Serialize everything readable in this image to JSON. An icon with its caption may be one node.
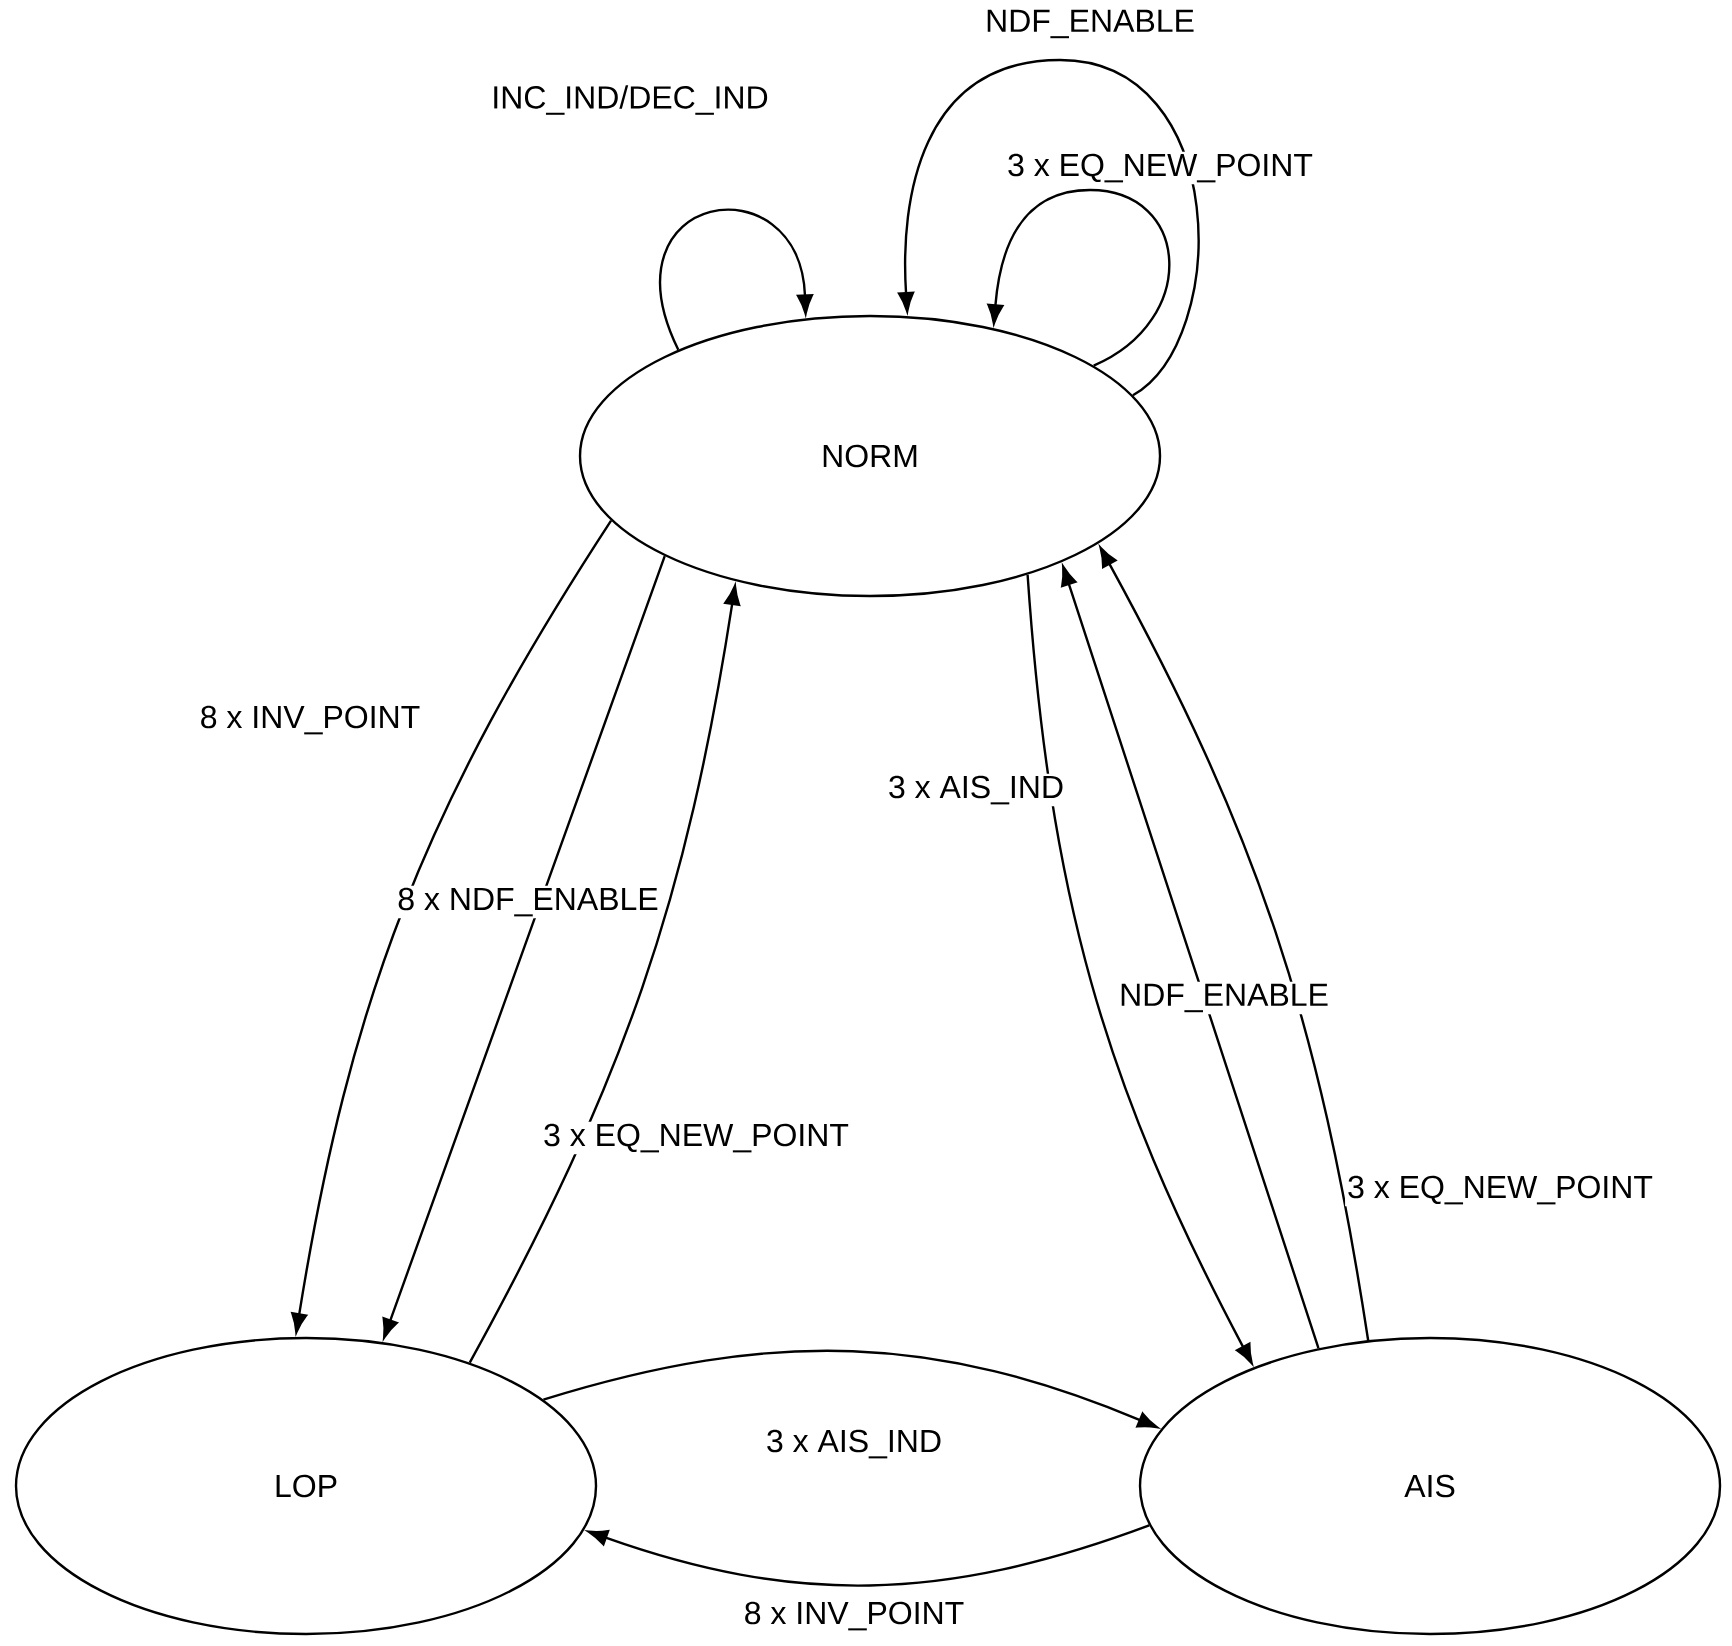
{
  "diagram": {
    "nodes": [
      {
        "text": [
          "NORM"
        ]
      },
      {
        "text": [
          "LOP"
        ]
      },
      {
        "text": [
          "AIS"
        ]
      }
    ],
    "edges": [
      {
        "from": 0,
        "to": 0,
        "arrow": "to",
        "label": "INC_IND/DEC_IND"
      },
      {
        "from": 0,
        "to": 0,
        "arrow": "to",
        "label": "NDF_ENABLE"
      },
      {
        "from": 0,
        "to": 0,
        "arrow": "to",
        "label": "3 x EQ_NEW_POINT"
      },
      {
        "from": 0,
        "to": 1,
        "arrow": "to",
        "label": "8 x INV_POINT"
      },
      {
        "from": 0,
        "to": 1,
        "arrow": "to",
        "label": "8 x NDF_ENABLE"
      },
      {
        "from": 1,
        "to": 0,
        "arrow": "to",
        "label": "3 x EQ_NEW_POINT"
      },
      {
        "from": 0,
        "to": 2,
        "arrow": "to",
        "label": "3 x AIS_IND"
      },
      {
        "from": 2,
        "to": 0,
        "arrow": "to",
        "label": "NDF_ENABLE"
      },
      {
        "from": 2,
        "to": 0,
        "arrow": "to",
        "label": "3 x EQ_NEW_POINT"
      },
      {
        "from": 1,
        "to": 2,
        "arrow": "to",
        "label": "3 x AIS_IND"
      },
      {
        "from": 2,
        "to": 1,
        "arrow": "to",
        "label": "8 x INV_POINT"
      }
    ]
  }
}
